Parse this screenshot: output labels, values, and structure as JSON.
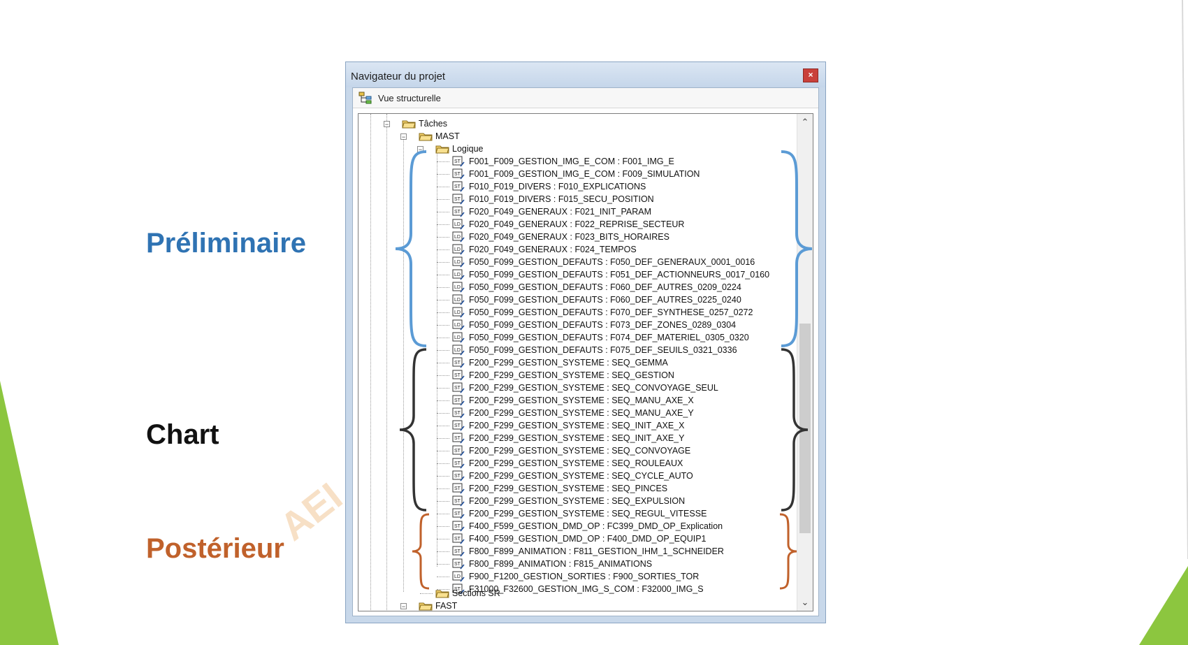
{
  "labels": {
    "preliminaire": "Préliminaire",
    "chart": "Chart",
    "posterieur": "Postérieur"
  },
  "watermark": "AEI",
  "colors": {
    "preliminaire": "#2f73b3",
    "chart": "#111111",
    "posterieur": "#c0612b",
    "accent_green": "#8cc63f"
  },
  "window": {
    "title": "Navigateur du projet",
    "close_label": "×",
    "view_label": "Vue structurelle"
  },
  "tree": {
    "taches": "Tâches",
    "mast": "MAST",
    "logique": "Logique",
    "items": [
      {
        "type": "ST",
        "label": "F001_F009_GESTION_IMG_E_COM : F001_IMG_E"
      },
      {
        "type": "ST",
        "label": "F001_F009_GESTION_IMG_E_COM : F009_SIMULATION"
      },
      {
        "type": "ST",
        "label": "F010_F019_DIVERS : F010_EXPLICATIONS"
      },
      {
        "type": "ST",
        "label": "F010_F019_DIVERS : F015_SECU_POSITION"
      },
      {
        "type": "ST",
        "label": "F020_F049_GENERAUX : F021_INIT_PARAM"
      },
      {
        "type": "LD",
        "label": "F020_F049_GENERAUX : F022_REPRISE_SECTEUR"
      },
      {
        "type": "LD",
        "label": "F020_F049_GENERAUX : F023_BITS_HORAIRES"
      },
      {
        "type": "LD",
        "label": "F020_F049_GENERAUX : F024_TEMPOS"
      },
      {
        "type": "LD",
        "label": "F050_F099_GESTION_DEFAUTS : F050_DEF_GENERAUX_0001_0016"
      },
      {
        "type": "LD",
        "label": "F050_F099_GESTION_DEFAUTS : F051_DEF_ACTIONNEURS_0017_0160"
      },
      {
        "type": "LD",
        "label": "F050_F099_GESTION_DEFAUTS : F060_DEF_AUTRES_0209_0224"
      },
      {
        "type": "LD",
        "label": "F050_F099_GESTION_DEFAUTS : F060_DEF_AUTRES_0225_0240"
      },
      {
        "type": "LD",
        "label": "F050_F099_GESTION_DEFAUTS : F070_DEF_SYNTHESE_0257_0272"
      },
      {
        "type": "LD",
        "label": "F050_F099_GESTION_DEFAUTS : F073_DEF_ZONES_0289_0304"
      },
      {
        "type": "LD",
        "label": "F050_F099_GESTION_DEFAUTS : F074_DEF_MATERIEL_0305_0320"
      },
      {
        "type": "LD",
        "label": "F050_F099_GESTION_DEFAUTS : F075_DEF_SEUILS_0321_0336"
      },
      {
        "type": "ST",
        "label": "F200_F299_GESTION_SYSTEME : SEQ_GEMMA"
      },
      {
        "type": "ST",
        "label": "F200_F299_GESTION_SYSTEME : SEQ_GESTION"
      },
      {
        "type": "ST",
        "label": "F200_F299_GESTION_SYSTEME : SEQ_CONVOYAGE_SEUL"
      },
      {
        "type": "ST",
        "label": "F200_F299_GESTION_SYSTEME : SEQ_MANU_AXE_X"
      },
      {
        "type": "ST",
        "label": "F200_F299_GESTION_SYSTEME : SEQ_MANU_AXE_Y"
      },
      {
        "type": "ST",
        "label": "F200_F299_GESTION_SYSTEME : SEQ_INIT_AXE_X"
      },
      {
        "type": "ST",
        "label": "F200_F299_GESTION_SYSTEME : SEQ_INIT_AXE_Y"
      },
      {
        "type": "ST",
        "label": "F200_F299_GESTION_SYSTEME : SEQ_CONVOYAGE"
      },
      {
        "type": "ST",
        "label": "F200_F299_GESTION_SYSTEME : SEQ_ROULEAUX"
      },
      {
        "type": "ST",
        "label": "F200_F299_GESTION_SYSTEME : SEQ_CYCLE_AUTO"
      },
      {
        "type": "ST",
        "label": "F200_F299_GESTION_SYSTEME : SEQ_PINCES"
      },
      {
        "type": "ST",
        "label": "F200_F299_GESTION_SYSTEME : SEQ_EXPULSION"
      },
      {
        "type": "ST",
        "label": "F200_F299_GESTION_SYSTEME : SEQ_REGUL_VITESSE"
      },
      {
        "type": "ST",
        "label": "F400_F599_GESTION_DMD_OP : FC399_DMD_OP_Explication"
      },
      {
        "type": "ST",
        "label": "F400_F599_GESTION_DMD_OP : F400_DMD_OP_EQUIP1"
      },
      {
        "type": "ST",
        "label": "F800_F899_ANIMATION : F811_GESTION_IHM_1_SCHNEIDER"
      },
      {
        "type": "ST",
        "label": "F800_F899_ANIMATION : F815_ANIMATIONS"
      },
      {
        "type": "LD",
        "label": "F900_F1200_GESTION_SORTIES : F900_SORTIES_TOR"
      },
      {
        "type": "ST",
        "label": "F31000_F32600_GESTION_IMG_S_COM : F32000_IMG_S"
      }
    ],
    "sections_sr": "Sections SR",
    "fast": "FAST"
  },
  "scrollbar": {
    "up": "⌃",
    "down": "⌄"
  }
}
